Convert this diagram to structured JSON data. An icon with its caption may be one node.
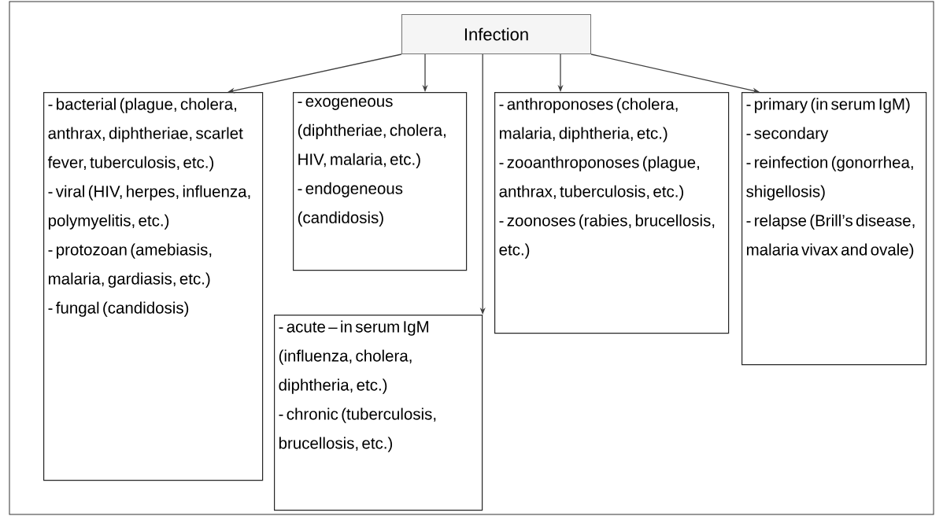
{
  "diagram": {
    "nodes": [
      {
        "text": [
          "Infection"
        ]
      },
      {
        "text": [
          "- bacterial (plague, cholera, anthrax, diphtheriae, scarlet fever, tuberculosis, etc.)",
          "- viral (HIV, herpes, influenza, polymyelitis, etc.)",
          "- protozoan (amebiasis, malaria, gardiasis, etc.)",
          "- fungal (candidosis)"
        ]
      },
      {
        "text": [
          "- exogeneous (diphtheriae, cholera, HIV, malaria, etc.)",
          "- endogeneous (candidosis)"
        ]
      },
      {
        "text": [
          "- acute – in serum IgM (influenza, cholera, diphtheria, etc.)",
          "- chronic (tuberculosis, brucellosis, etc.)"
        ]
      },
      {
        "text": [
          "- anthroponoses (cholera, malaria, diphtheria, etc.)",
          "- zooanthroponoses (plague, anthrax, tuberculosis, etc.)",
          "- zoonoses (rabies, brucellosis, etc.)"
        ]
      },
      {
        "text": [
          "- primary (in serum IgM)",
          "- secondary",
          "- reinfection (gonorrhea, shigellosis)",
          "- relapse (Brill’s disease, malaria vivax and ovale)"
        ]
      }
    ],
    "edges": [
      {
        "from": 0,
        "to": 1,
        "arrow": "to"
      },
      {
        "from": 0,
        "to": 2,
        "arrow": "to"
      },
      {
        "from": 0,
        "to": 3,
        "arrow": "to"
      },
      {
        "from": 0,
        "to": 4,
        "arrow": "to"
      },
      {
        "from": 0,
        "to": 5,
        "arrow": "to"
      }
    ]
  }
}
